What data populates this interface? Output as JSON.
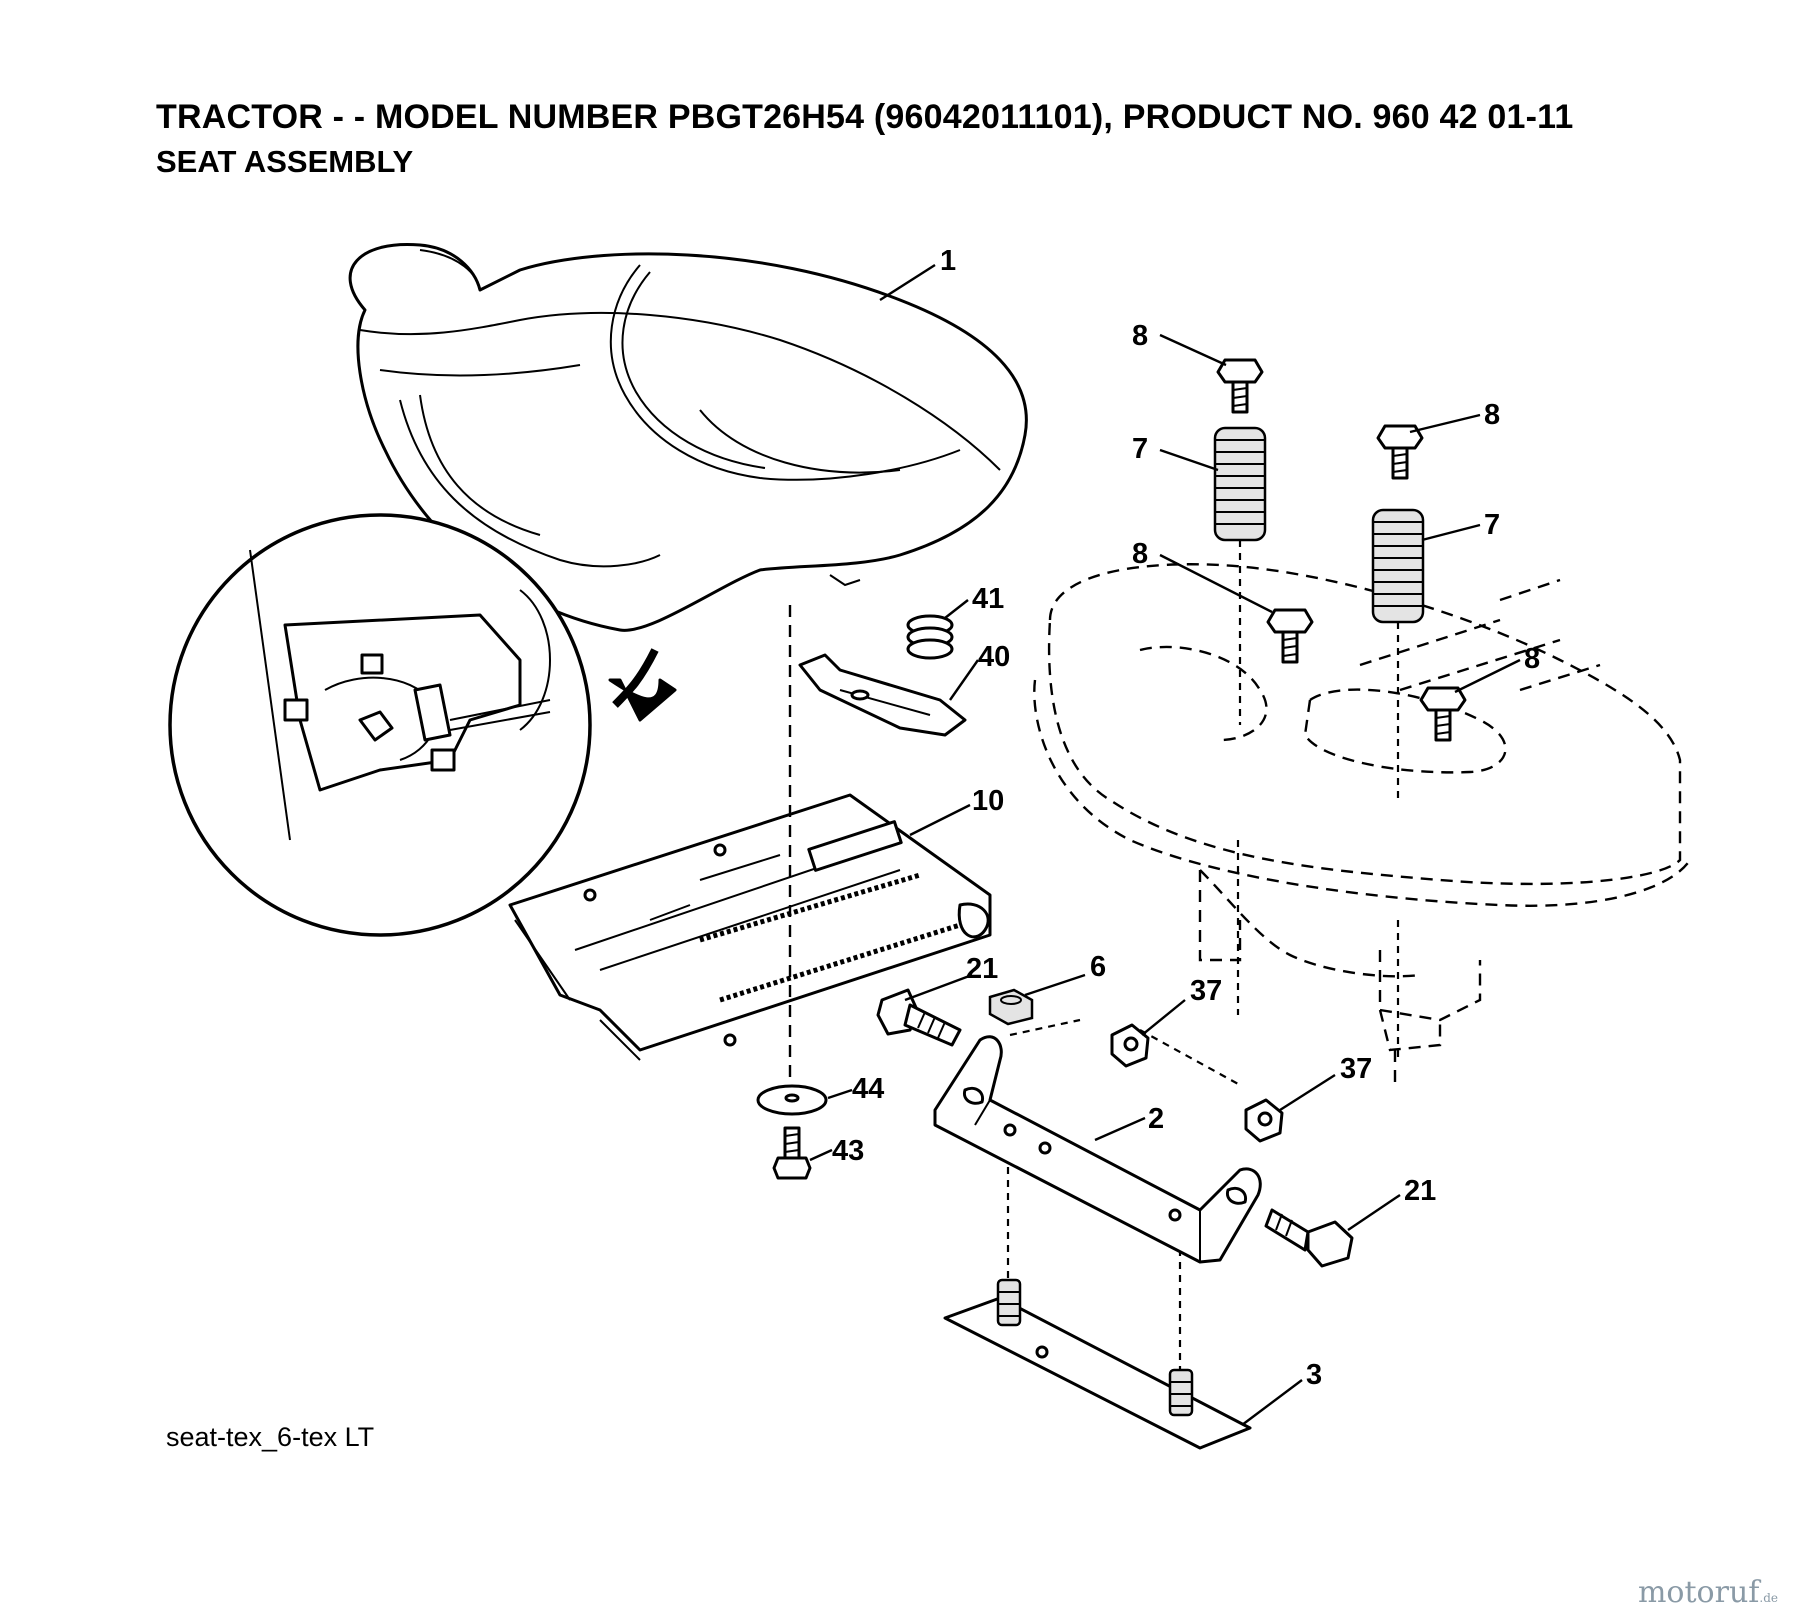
{
  "header": {
    "title": "TRACTOR - - MODEL NUMBER PBGT26H54 (96042011101), PRODUCT NO. 960 42 01-11",
    "subtitle": "SEAT ASSEMBLY"
  },
  "reference": "seat-tex_6-tex LT",
  "watermark": {
    "main": "motoruf",
    "suffix": ".de"
  },
  "callouts": {
    "c1": "1",
    "c2": "2",
    "c3": "3",
    "c6": "6",
    "c7a": "7",
    "c7b": "7",
    "c8a": "8",
    "c8b": "8",
    "c8c": "8",
    "c8d": "8",
    "c10": "10",
    "c21a": "21",
    "c21b": "21",
    "c37a": "37",
    "c37b": "37",
    "c40": "40",
    "c41": "41",
    "c43": "43",
    "c44": "44"
  }
}
